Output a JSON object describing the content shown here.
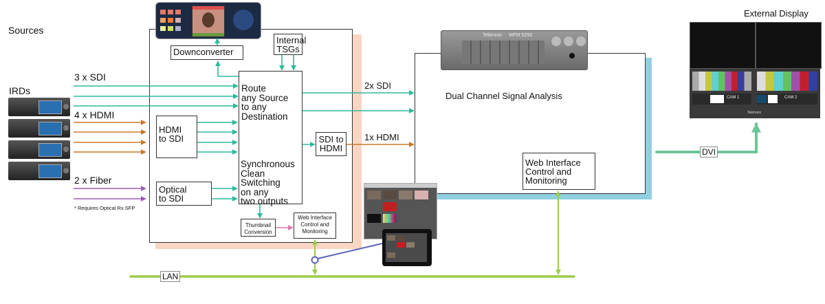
{
  "diagram": {
    "sources_label": "Sources",
    "irds_label": "IRDs",
    "inputs": {
      "sdi": "3 x SDI",
      "hdmi": "4 x HDMI",
      "fiber": "2 x Fiber",
      "footnote": "* Requires Optical Rx SFP"
    },
    "router": {
      "downconverter": "Downconverter",
      "internal_tsgs": "Internal\nTSGs",
      "route_text": "Route\nany Source\nto any\nDestination",
      "switch_text": "Synchronous\nClean Switching\non any\ntwo outputs",
      "hdmi_to_sdi": "HDMI\nto SDI",
      "optical_to_sdi": "Optical\nto SDI",
      "sdi_to_hdmi": "SDI to\nHDMI",
      "thumbnail": "Thumbnail\nConversion",
      "web_interface": "Web Interface\nControl and\nMonitoring"
    },
    "outputs": {
      "sdi": "2x SDI",
      "hdmi": "1x HDMI"
    },
    "analyzer": {
      "title": "Dual Channel Signal Analysis",
      "web_interface": "Web Interface\nControl and\nMonitoring",
      "device_brand": "Tektronix",
      "device_model": "WFM 5250"
    },
    "external_display": {
      "label": "External Display",
      "link": "DVI",
      "cam1": "CAM 1",
      "cam2": "CAM 2",
      "brand": "Tektronix"
    },
    "network": {
      "lan": "LAN"
    },
    "colors": {
      "sdi": "#2fb89a",
      "hdmi": "#c8782a",
      "fiber": "#9b59b6",
      "lan": "#9ccc4a",
      "dvi": "#6cc596",
      "thumbnail_arrow": "#d97aa8",
      "tablet_link": "#5a63b8",
      "router_shadow": "#f9d5c4",
      "analyzer_shadow": "#90d0e0"
    }
  }
}
